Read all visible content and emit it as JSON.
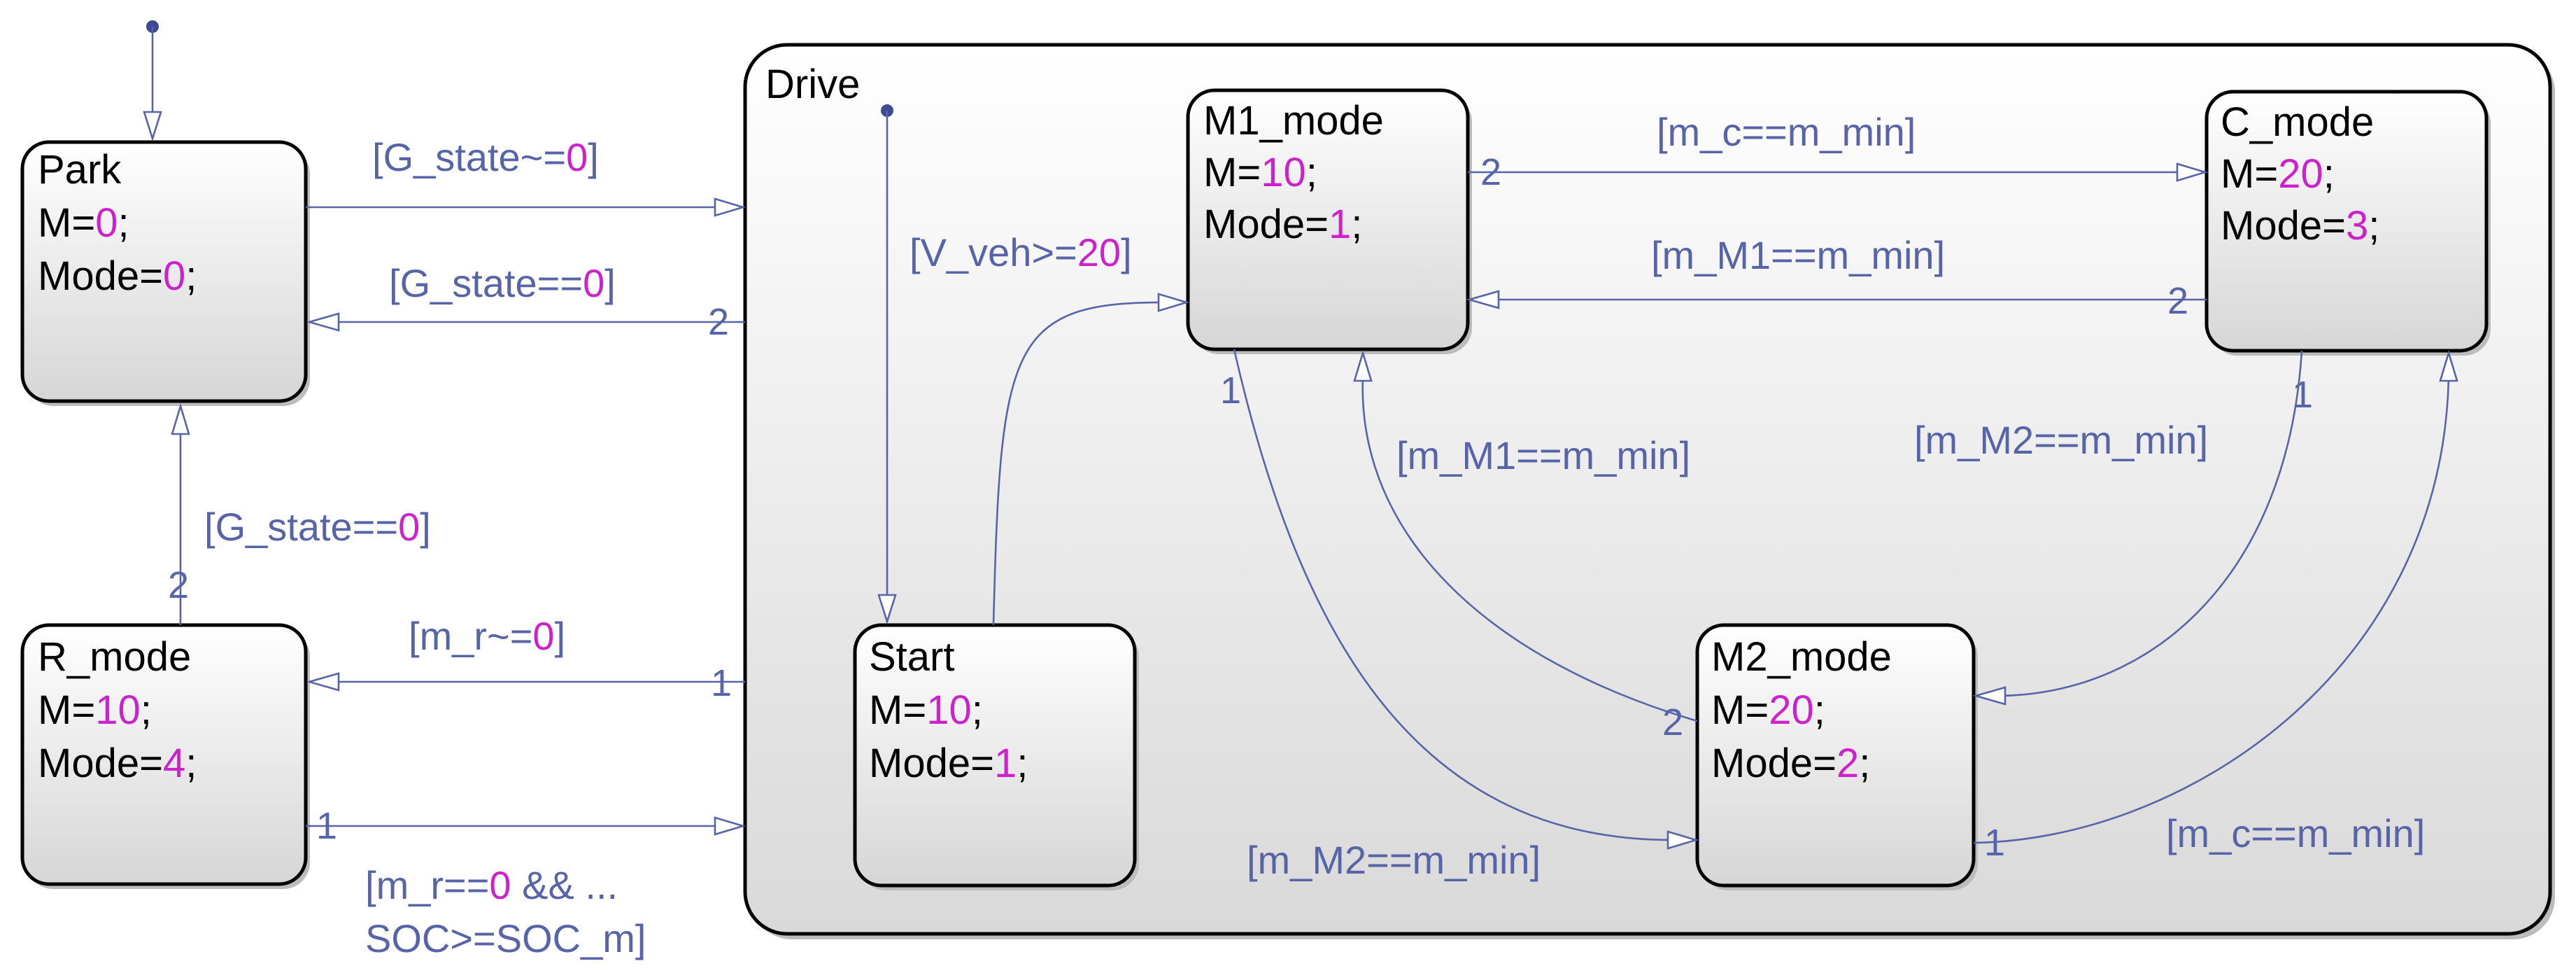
{
  "chart": {
    "drive_title": "Drive",
    "states": {
      "park": {
        "name": "Park",
        "l1_key": "M=",
        "l1_val": "0",
        "l2_key": "Mode=",
        "l2_val": "0"
      },
      "rmode": {
        "name": "R_mode",
        "l1_key": "M=",
        "l1_val": "10",
        "l2_key": "Mode=",
        "l2_val": "4"
      },
      "start": {
        "name": "Start",
        "l1_key": "M=",
        "l1_val": "10",
        "l2_key": "Mode=",
        "l2_val": "1"
      },
      "m1": {
        "name": "M1_mode",
        "l1_key": "M=",
        "l1_val": "10",
        "l2_key": "Mode=",
        "l2_val": "1"
      },
      "c": {
        "name": "C_mode",
        "l1_key": "M=",
        "l1_val": "20",
        "l2_key": "Mode=",
        "l2_val": "3"
      },
      "m2": {
        "name": "M2_mode",
        "l1_key": "M=",
        "l1_val": "20",
        "l2_key": "Mode=",
        "l2_val": "2"
      }
    },
    "semicolon": ";",
    "transitions": {
      "park_to_drive": {
        "cond": "G_state~=",
        "val": "0"
      },
      "drive_to_park": {
        "cond": "G_state==",
        "val": "0",
        "prio": "2"
      },
      "rmode_to_park": {
        "cond": "G_state==",
        "val": "0",
        "prio": "2"
      },
      "drive_to_rmode": {
        "cond": "m_r~=",
        "val": "0",
        "prio": "1"
      },
      "rmode_to_drive": {
        "line1_a": "m_r==",
        "line1_val": "0",
        "line1_b": " && ...",
        "line2": "SOC>=SOC_m]",
        "prio": "1"
      },
      "start_to_m1": {
        "cond": "V_veh>=",
        "val": "20"
      },
      "m1_to_c": {
        "label": "[m_c==m_min]",
        "prio": "2"
      },
      "c_to_m1": {
        "label": "[m_M1==m_min]",
        "prio": "2"
      },
      "m2_to_m1": {
        "label": "[m_M1==m_min]",
        "prio": "2"
      },
      "c_to_m2": {
        "label": "[m_M2==m_min]",
        "prio": "1"
      },
      "m1_to_m2": {
        "label": "[m_M2==m_min]",
        "prio": "1"
      },
      "m2_to_c": {
        "label": "[m_c==m_min]",
        "prio": "1"
      }
    },
    "colors": {
      "transition": "#5864a8",
      "number_literal": "#cc22cc",
      "state_text": "#000000"
    }
  }
}
